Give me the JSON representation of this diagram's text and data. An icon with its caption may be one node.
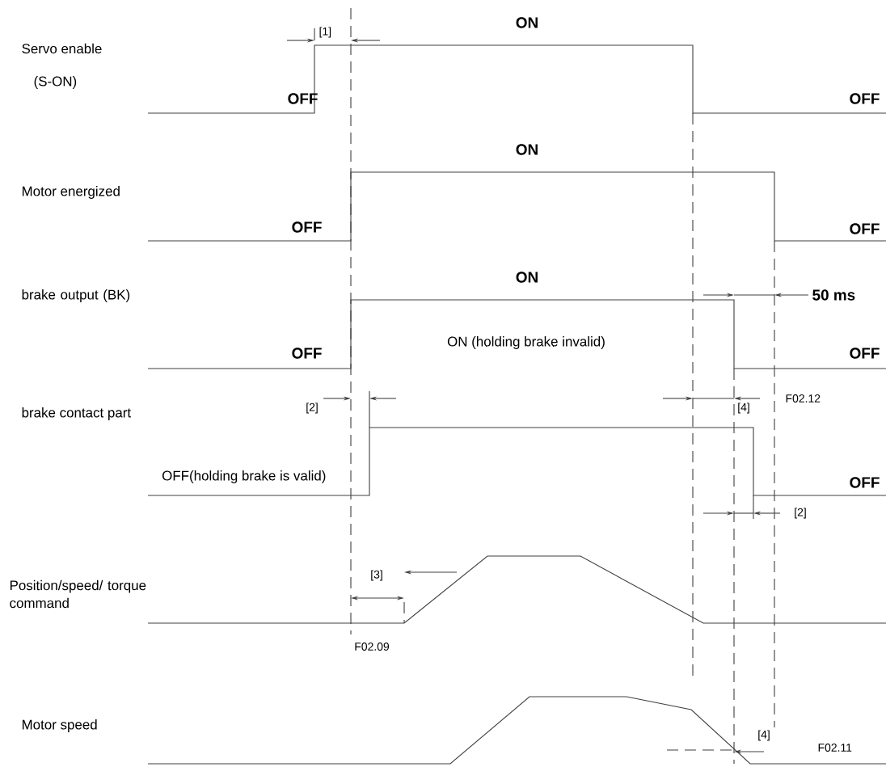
{
  "diagram": {
    "labels": [
      "[1]",
      "ON",
      "Servo enable",
      "(S-ON)",
      "OFF",
      "OFF",
      "ON",
      "Motor energized",
      "OFF",
      "OFF",
      "50 ms",
      "ON",
      "brake output (BK)",
      "OFF",
      "ON (holding brake invalid)",
      "OFF",
      "[2]",
      "[4]",
      "F02.12",
      "brake contact part",
      "OFF(holding brake is valid)",
      "OFF",
      "[2]",
      "[3]",
      "Position/speed/ torque command",
      "F02.09",
      "Motor speed",
      "[4]",
      "F02.11"
    ]
  }
}
